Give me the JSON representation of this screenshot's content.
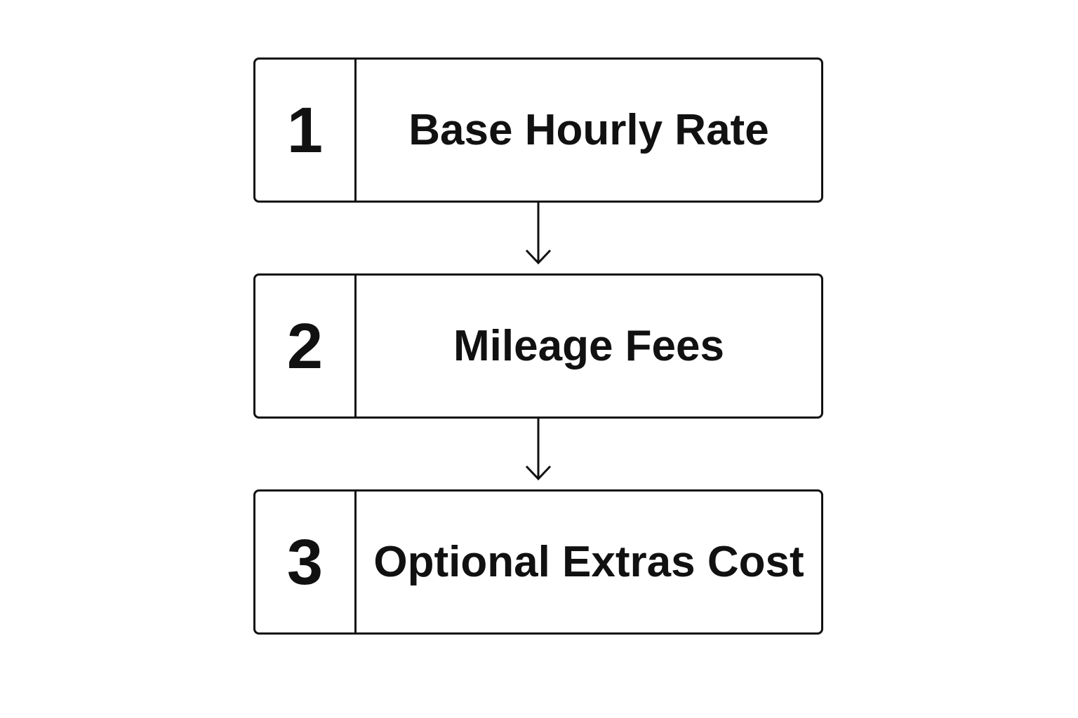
{
  "colors": {
    "background": "#ffffff",
    "stroke": "#111111",
    "text": "#111111"
  },
  "steps": [
    {
      "number": "1",
      "label": "Base Hourly Rate"
    },
    {
      "number": "2",
      "label": "Mileage Fees"
    },
    {
      "number": "3",
      "label": "Optional Extras Cost"
    }
  ],
  "connectors": [
    {
      "icon": "down-arrow-icon"
    },
    {
      "icon": "down-arrow-icon"
    }
  ]
}
